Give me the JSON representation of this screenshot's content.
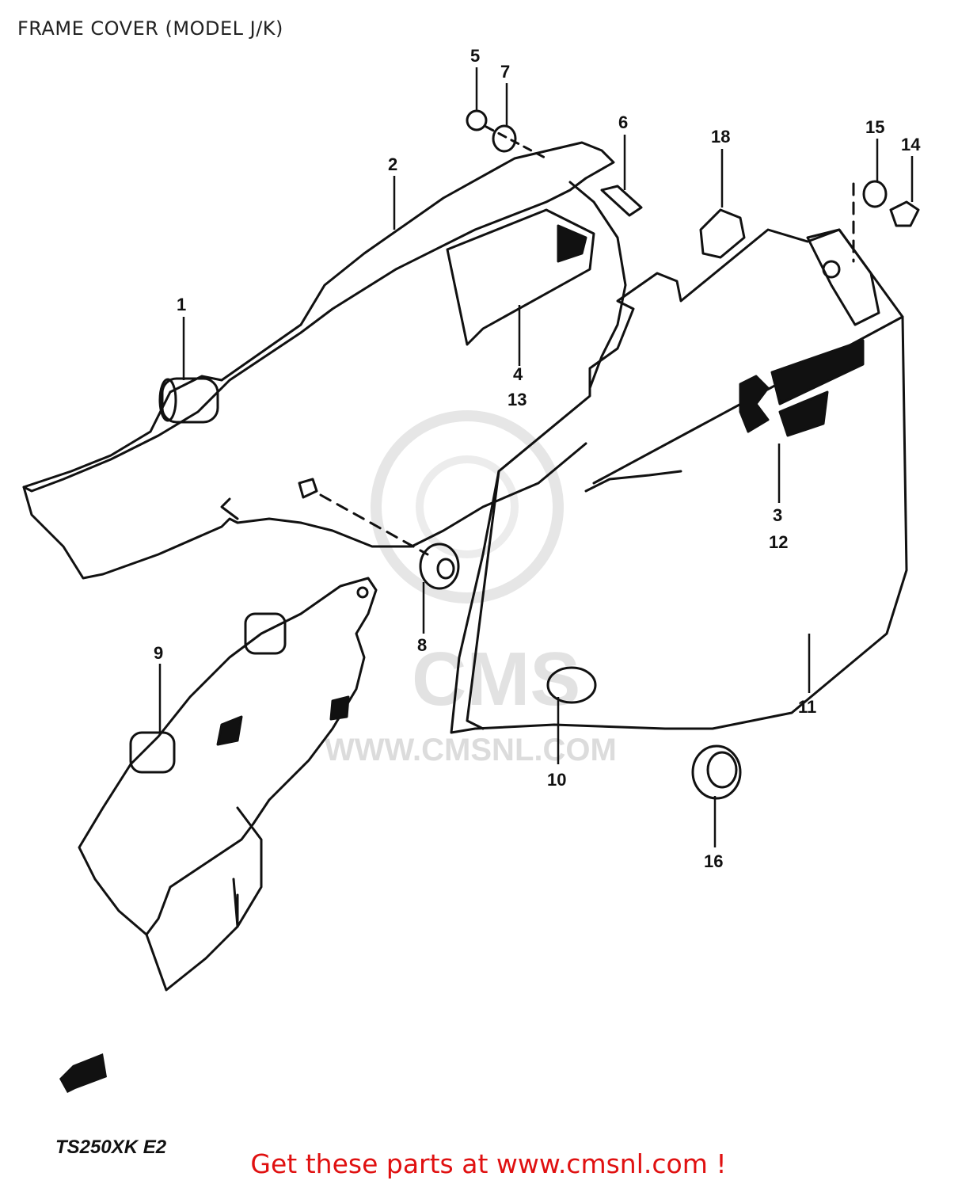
{
  "header": {
    "title": "FRAME COVER (MODEL J/K)"
  },
  "callouts": {
    "c1": "1",
    "c2": "2",
    "c3": "3",
    "c12": "12",
    "c4": "4",
    "c13": "13",
    "c5": "5",
    "c6": "6",
    "c7": "7",
    "c8": "8",
    "c9": "9",
    "c10": "10",
    "c11": "11",
    "c14": "14",
    "c15": "15",
    "c16": "16",
    "c18": "18"
  },
  "watermark": {
    "logo": "CMS",
    "url": "WWW.CMSNL.COM"
  },
  "footer": {
    "model_code": "TS250XK E2",
    "cta": "Get these parts at www.cmsnl.com !"
  }
}
